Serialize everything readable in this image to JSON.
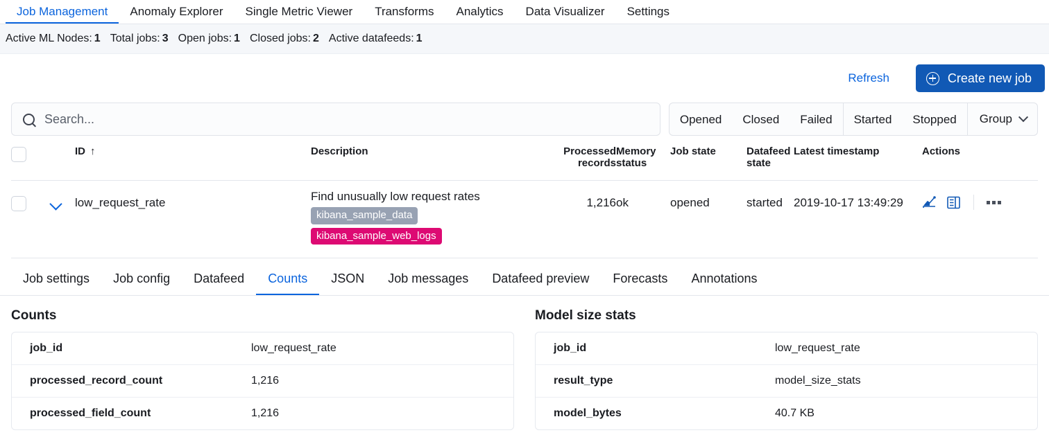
{
  "topnav": {
    "tabs": [
      {
        "label": "Job Management",
        "active": true
      },
      {
        "label": "Anomaly Explorer",
        "active": false
      },
      {
        "label": "Single Metric Viewer",
        "active": false
      },
      {
        "label": "Transforms",
        "active": false
      },
      {
        "label": "Analytics",
        "active": false
      },
      {
        "label": "Data Visualizer",
        "active": false
      },
      {
        "label": "Settings",
        "active": false
      }
    ]
  },
  "stats": [
    {
      "label": "Active ML Nodes:",
      "value": "1"
    },
    {
      "label": "Total jobs:",
      "value": "3"
    },
    {
      "label": "Open jobs:",
      "value": "1"
    },
    {
      "label": "Closed jobs:",
      "value": "2"
    },
    {
      "label": "Active datafeeds:",
      "value": "1"
    }
  ],
  "toolbar": {
    "refresh_label": "Refresh",
    "create_label": "Create new job",
    "create_button_color": "#1159b5"
  },
  "search": {
    "placeholder": "Search...",
    "value": ""
  },
  "filters": {
    "groups": [
      {
        "items": [
          "Opened",
          "Closed",
          "Failed"
        ]
      },
      {
        "items": [
          "Started",
          "Stopped"
        ]
      }
    ],
    "group_dropdown_label": "Group"
  },
  "jobs_table": {
    "columns": [
      {
        "key": "id",
        "label": "ID",
        "sorted": "asc",
        "sort_glyph": "↑"
      },
      {
        "key": "description",
        "label": "Description"
      },
      {
        "key": "processed_records",
        "label": "Processed records"
      },
      {
        "key": "memory_status",
        "label": "Memory status"
      },
      {
        "key": "job_state",
        "label": "Job state"
      },
      {
        "key": "datafeed_state",
        "label": "Datafeed state"
      },
      {
        "key": "latest_timestamp",
        "label": "Latest timestamp"
      },
      {
        "key": "actions",
        "label": "Actions"
      }
    ],
    "rows": [
      {
        "id": "low_request_rate",
        "description": "Find unusually low request rates",
        "badges": [
          {
            "label": "kibana_sample_data",
            "color": "#98a2b3"
          },
          {
            "label": "kibana_sample_web_logs",
            "color": "#dd0a73"
          }
        ],
        "processed_records": "1,216",
        "memory_status": "ok",
        "job_state": "opened",
        "datafeed_state": "started",
        "latest_timestamp": "2019-10-17 13:49:29",
        "expanded": true,
        "actions": [
          "single-metric-viewer-icon",
          "anomaly-explorer-icon",
          "more-actions-icon"
        ]
      }
    ]
  },
  "detail_tabs": [
    {
      "label": "Job settings",
      "active": false
    },
    {
      "label": "Job config",
      "active": false
    },
    {
      "label": "Datafeed",
      "active": false
    },
    {
      "label": "Counts",
      "active": true
    },
    {
      "label": "JSON",
      "active": false
    },
    {
      "label": "Job messages",
      "active": false
    },
    {
      "label": "Datafeed preview",
      "active": false
    },
    {
      "label": "Forecasts",
      "active": false
    },
    {
      "label": "Annotations",
      "active": false
    }
  ],
  "counts_panel": {
    "title": "Counts",
    "rows": [
      {
        "key": "job_id",
        "value": "low_request_rate"
      },
      {
        "key": "processed_record_count",
        "value": "1,216"
      },
      {
        "key": "processed_field_count",
        "value": "1,216"
      }
    ]
  },
  "model_size_panel": {
    "title": "Model size stats",
    "rows": [
      {
        "key": "job_id",
        "value": "low_request_rate"
      },
      {
        "key": "result_type",
        "value": "model_size_stats"
      },
      {
        "key": "model_bytes",
        "value": "40.7 KB"
      }
    ]
  }
}
